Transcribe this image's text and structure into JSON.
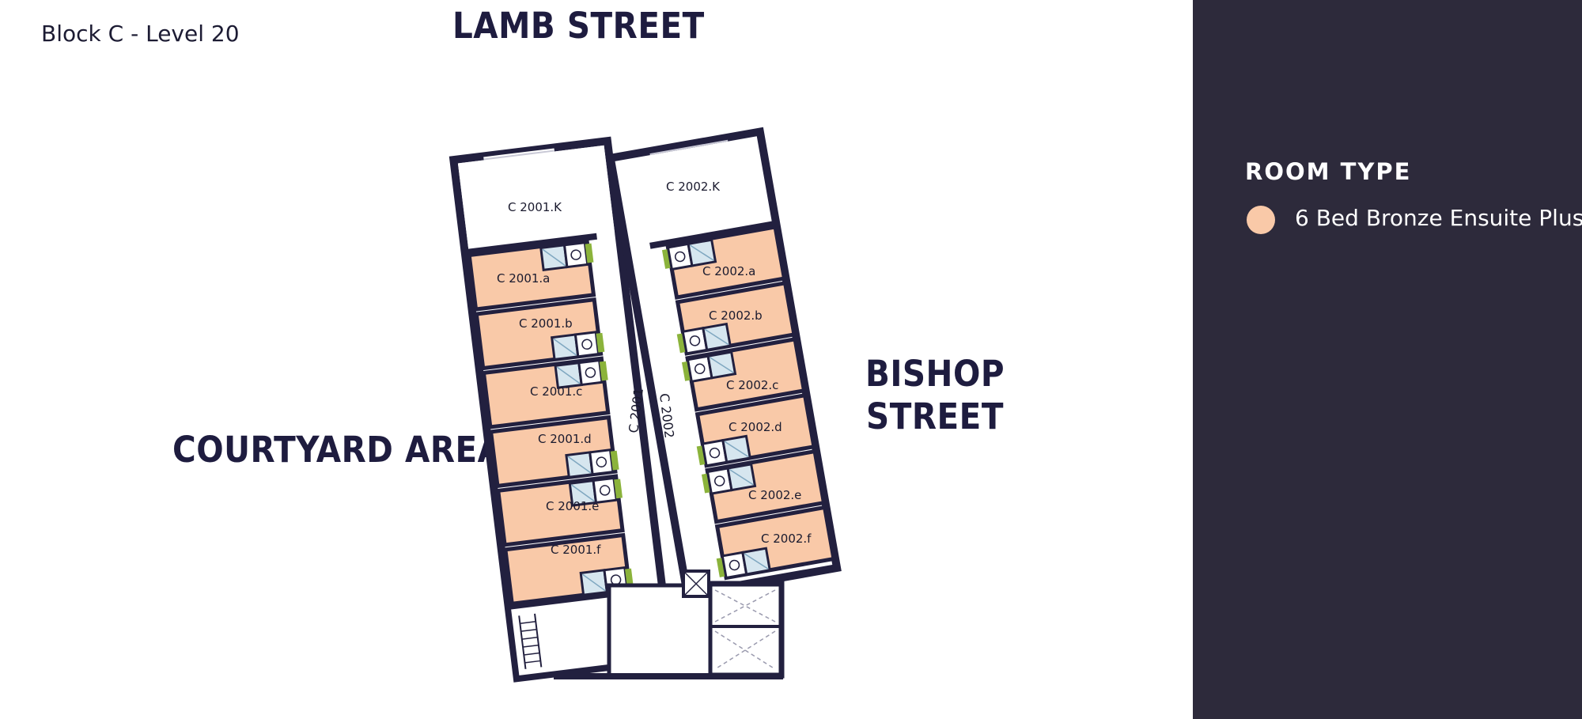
{
  "block_label": "Block C - Level 20",
  "streets": {
    "top": "LAMB STREET",
    "right_line1": "BISHOP",
    "right_line2": "STREET",
    "left": "COURTYARD AREA"
  },
  "legend": {
    "title": "ROOM TYPE",
    "items": [
      {
        "label": "6 Bed Bronze Ensuite Plus",
        "color": "#f9c9a8"
      }
    ]
  },
  "rooms": {
    "wing_2001": {
      "kitchen": "C 2001.K",
      "corridor": "C 2001",
      "bedrooms": [
        "C 2001.a",
        "C 2001.b",
        "C 2001.c",
        "C 2001.d",
        "C 2001.e",
        "C 2001.f"
      ]
    },
    "wing_2002": {
      "kitchen": "C 2002.K",
      "corridor": "C 2002",
      "bedrooms": [
        "C 2002.a",
        "C 2002.b",
        "C 2002.c",
        "C 2002.d",
        "C 2002.e",
        "C 2002.f"
      ]
    }
  },
  "colors": {
    "wall": "#22203f",
    "bedroom_fill": "#f9c9a8",
    "bathroom_fill": "#d6e6ef",
    "accent_green": "#8bb33b",
    "panel_bg": "#2d2a3b"
  }
}
